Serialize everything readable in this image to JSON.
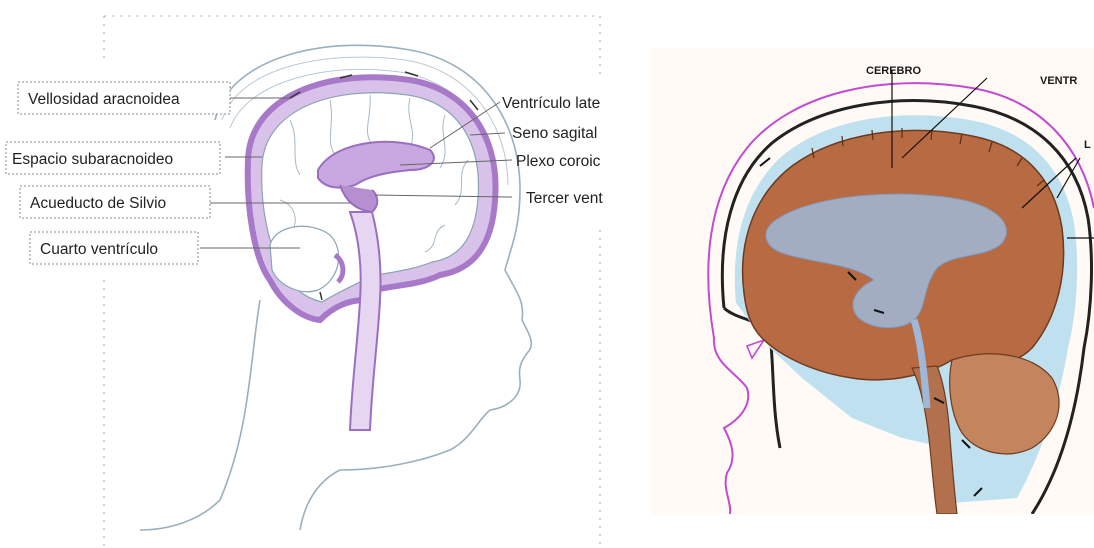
{
  "left_diagram": {
    "labels": {
      "vellosidad": "Vellosidad aracnoidea",
      "espacio": "Espacio subaracnoideo",
      "acueducto": "Acueducto de Silvio",
      "cuarto": "Cuarto ventrículo",
      "ventriculo_lat": "Ventrículo late",
      "seno": "Seno sagital",
      "plexo": "Plexo coroic",
      "tercer": "Tercer vent"
    },
    "colors": {
      "csf": "#b58fd0",
      "csf_light": "#d8c2ea",
      "line": "#8aa3b5"
    }
  },
  "right_diagram": {
    "labels": {
      "cerebro": "CEREBRO",
      "ventr": "VENTR",
      "l_cut": "L"
    },
    "colors": {
      "brain": "#b86b43",
      "ventricle": "#9fb8d8",
      "csf": "#bfe0ef",
      "skin": "#c14bd1"
    }
  }
}
